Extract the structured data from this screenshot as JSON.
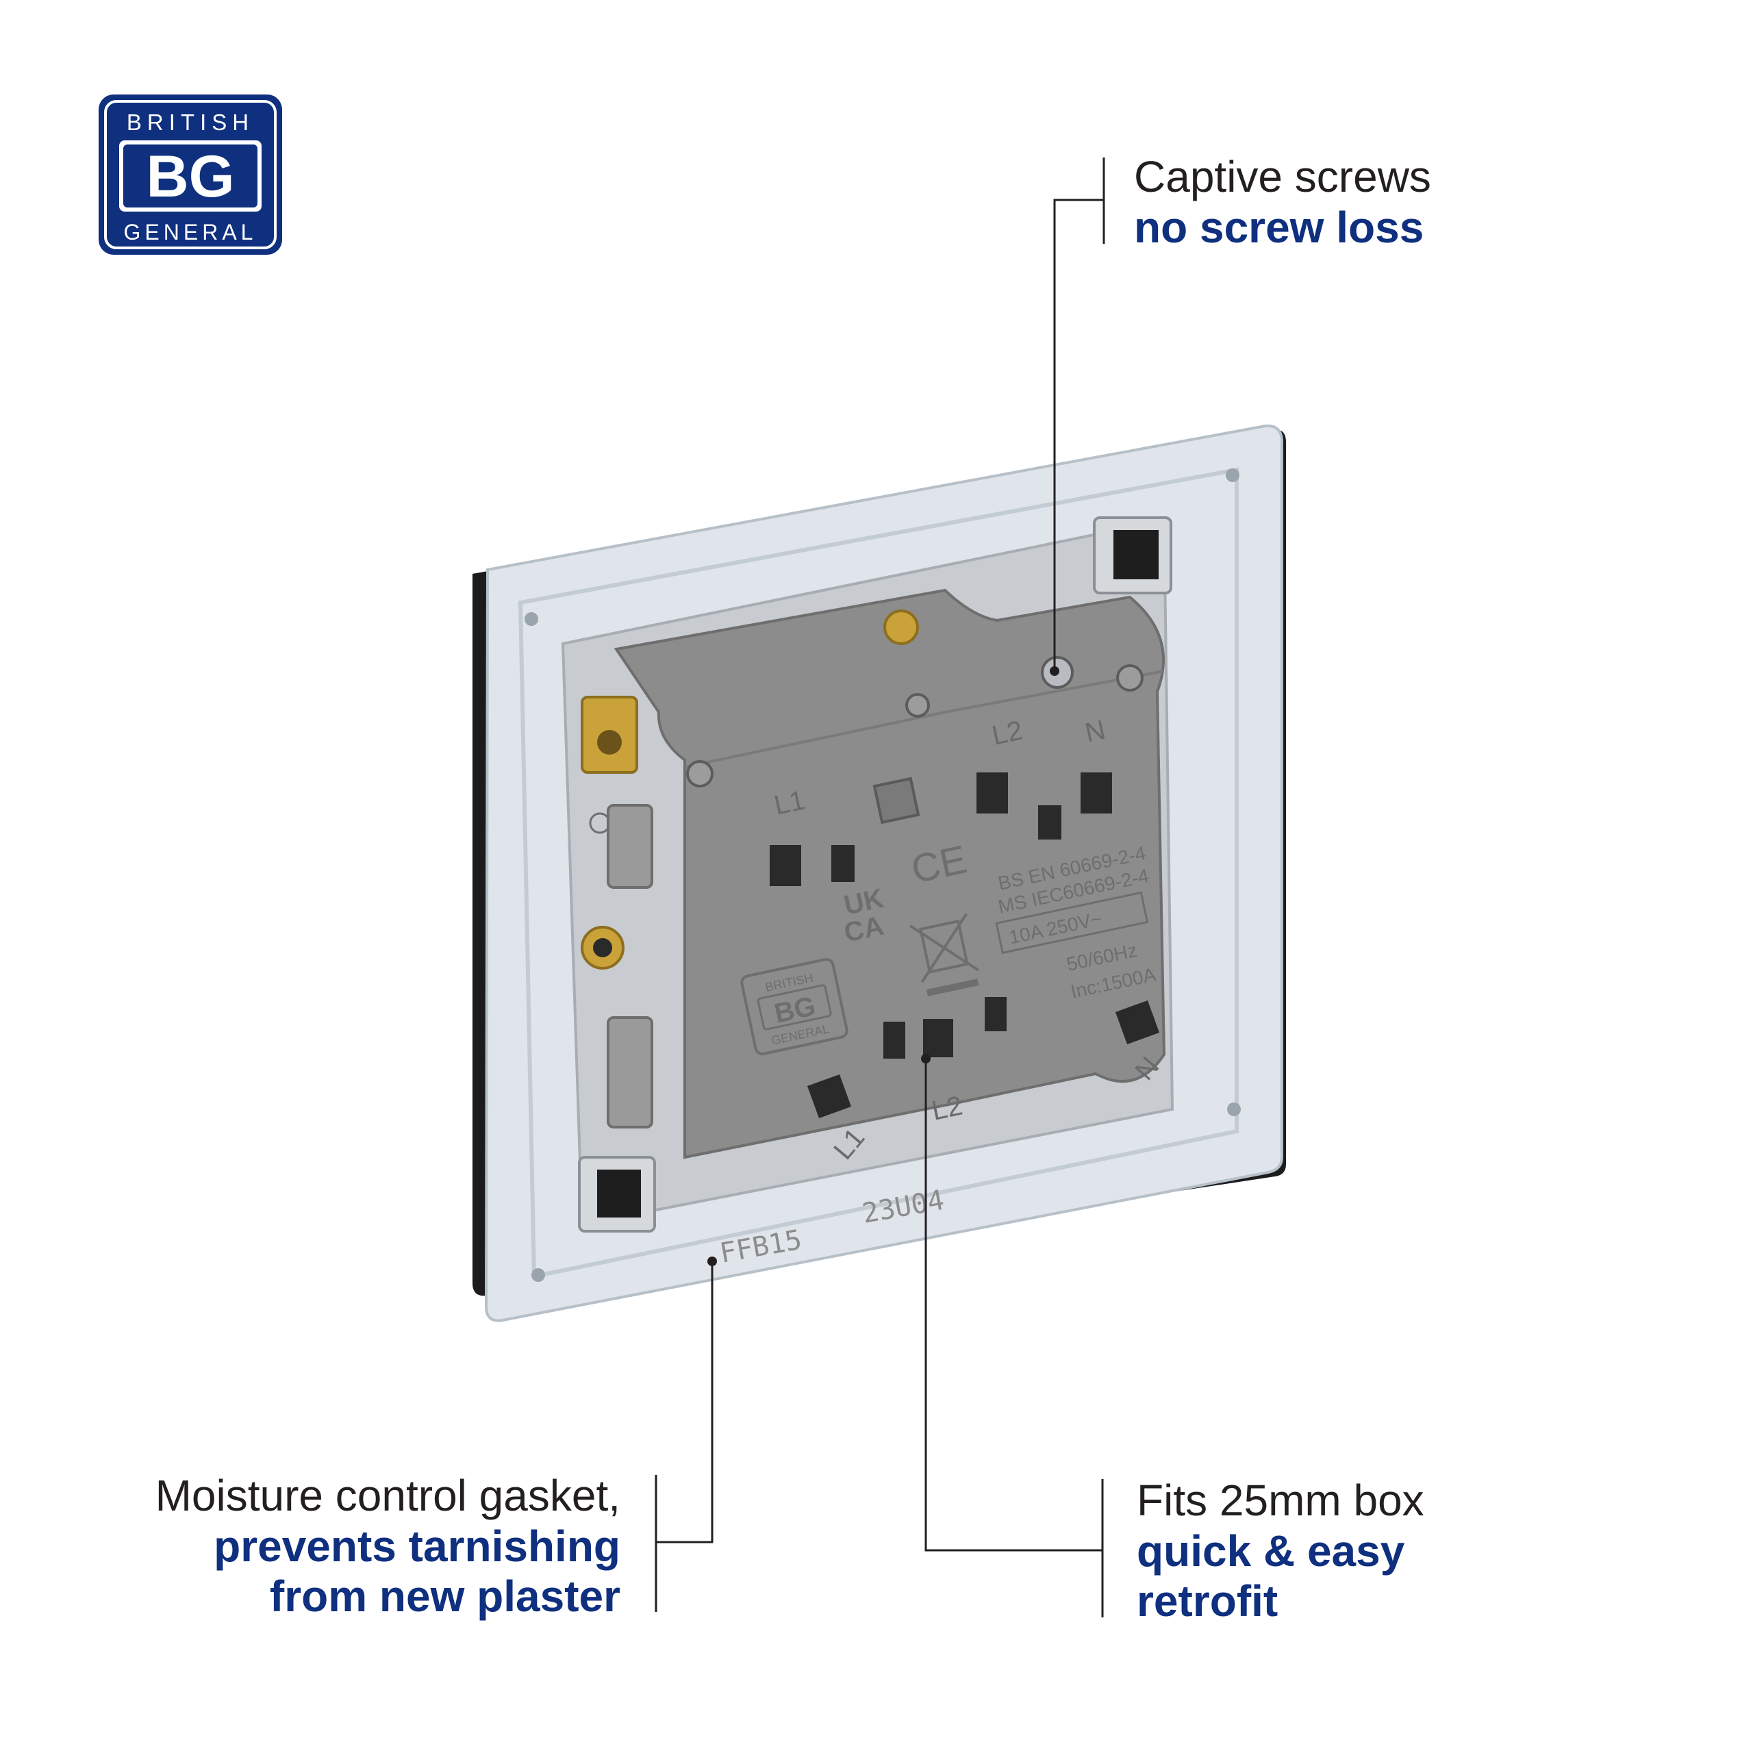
{
  "brand": {
    "top_word": "BRITISH",
    "monogram": "BG",
    "bottom_word": "GENERAL",
    "color": "#0f2f7f"
  },
  "callouts": {
    "screws": {
      "line1": "Captive screws",
      "line2": "no screw loss"
    },
    "box": {
      "line1": "Fits 25mm box",
      "line2": "quick & easy",
      "line3": "retrofit"
    },
    "gasket": {
      "line1": "Moisture control gasket,",
      "line2": "prevents tarnishing",
      "line3": "from new plaster"
    }
  },
  "product_markings": {
    "l1_top": "L1",
    "l2_top": "L2",
    "n_top": "N",
    "l1_bottom": "L1",
    "l2_bottom": "L2",
    "n_bottom": "N",
    "ukca_1": "UK",
    "ukca_2": "CA",
    "ce": "CE",
    "standard_1": "BS EN 60669-2-4",
    "standard_2": "MS IEC60669-2-4",
    "rating": "10A 250V~",
    "frequency": "50/60Hz",
    "inc": "Inc:1500A",
    "code_1": "FFB15",
    "code_2": "23U04",
    "mini_logo_top": "BRITISH",
    "mini_logo_mid": "BG",
    "mini_logo_bottom": "GENERAL"
  },
  "colors": {
    "text_dark": "#231f20",
    "text_blue": "#0f2f7f",
    "module_gray": "#8c8c8c",
    "plate_black": "#1c1c1c",
    "brass": "#c9a23a"
  },
  "icons": [
    "bg-logo",
    "weee-bin-icon",
    "earth-symbol-icon"
  ]
}
